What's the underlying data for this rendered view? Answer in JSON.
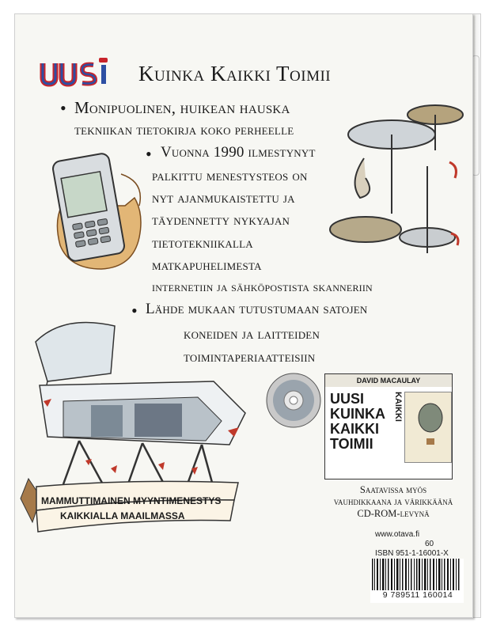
{
  "cover": {
    "logo_text": "UUSI",
    "title": "Kuinka Kaikki Toimii",
    "bullets": [
      {
        "lines": [
          "Monipuolinen, huikean hauska",
          "tekniikan tietokirja koko perheelle"
        ]
      },
      {
        "lines": [
          "Vuonna 1990 ilmestynyt",
          "palkittu menestysteos on",
          "nyt ajanmukaistettu ja",
          "täydennetty nykyajan",
          "tietotekniikalla",
          "matkapuhelimesta",
          "internetiin ja sähköpostista skanneriin"
        ]
      },
      {
        "lines": [
          "Lähde mukaan tutustumaan satojen",
          "koneiden ja laitteiden",
          "toimintaperiaatteisiin"
        ]
      }
    ],
    "banner": {
      "line1": "MAMMUTTIMAINEN MYYNTIMENESTYS",
      "line2": "KAIKKIALLA MAAILMASSA"
    },
    "cdrom": {
      "author": "DAVID MACAULAY",
      "title_lines": [
        "UUSI",
        "KUINKA",
        "KAIKKI",
        "TOIMII"
      ],
      "spine_text": "KAIKKI",
      "text_lines": [
        "Saatavissa myös",
        "vauhdikkaana ja värikkäänä",
        "CD-ROM-levynä"
      ]
    },
    "publisher": {
      "url": "www.otava.fi",
      "price_code": "60",
      "isbn": "ISBN 951-1-16001-X",
      "barcode_number": "9 789511 160014"
    },
    "colors": {
      "background": "#f7f7f3",
      "logo_blue": "#2d4fa3",
      "logo_red": "#c8242b",
      "banner": "#c0392b",
      "ink": "#1a1a1a"
    }
  }
}
